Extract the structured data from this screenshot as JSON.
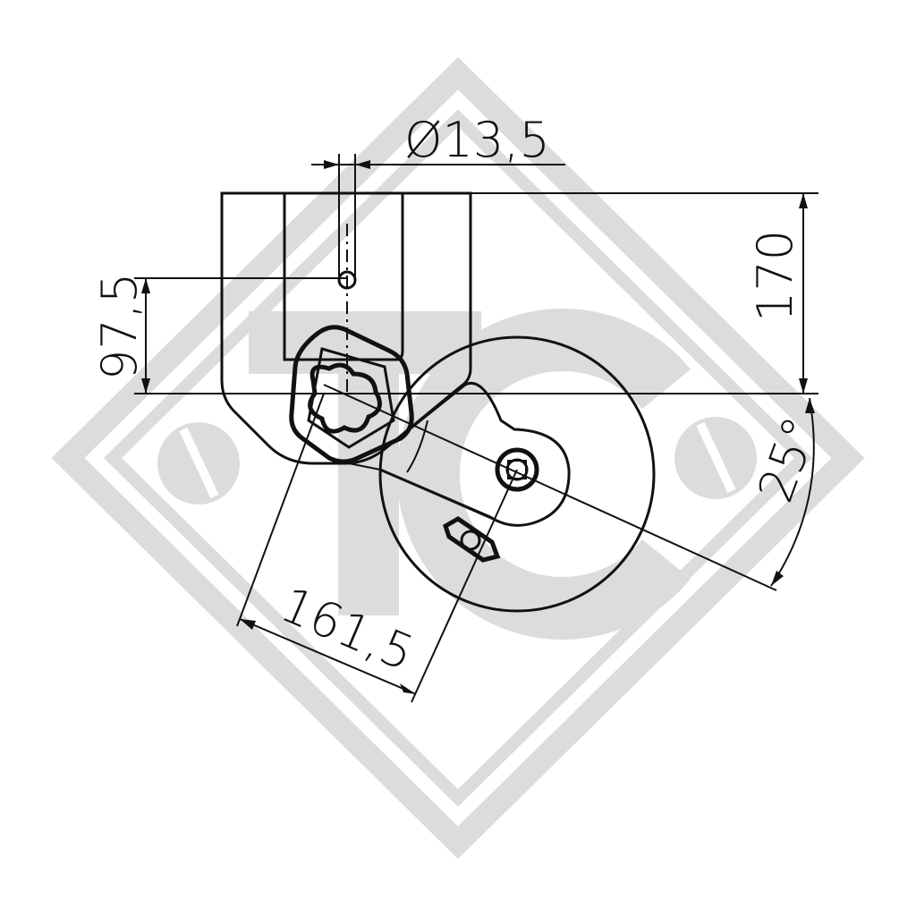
{
  "dimensions": {
    "bolt_diameter": "Ø13,5",
    "mount_height": "97,5",
    "total_height": "170",
    "arm_length": "161,5",
    "swing_angle": "25°"
  },
  "watermark": {
    "color": "#dcdcdc"
  },
  "colors": {
    "line": "#111111",
    "background": "#ffffff"
  }
}
